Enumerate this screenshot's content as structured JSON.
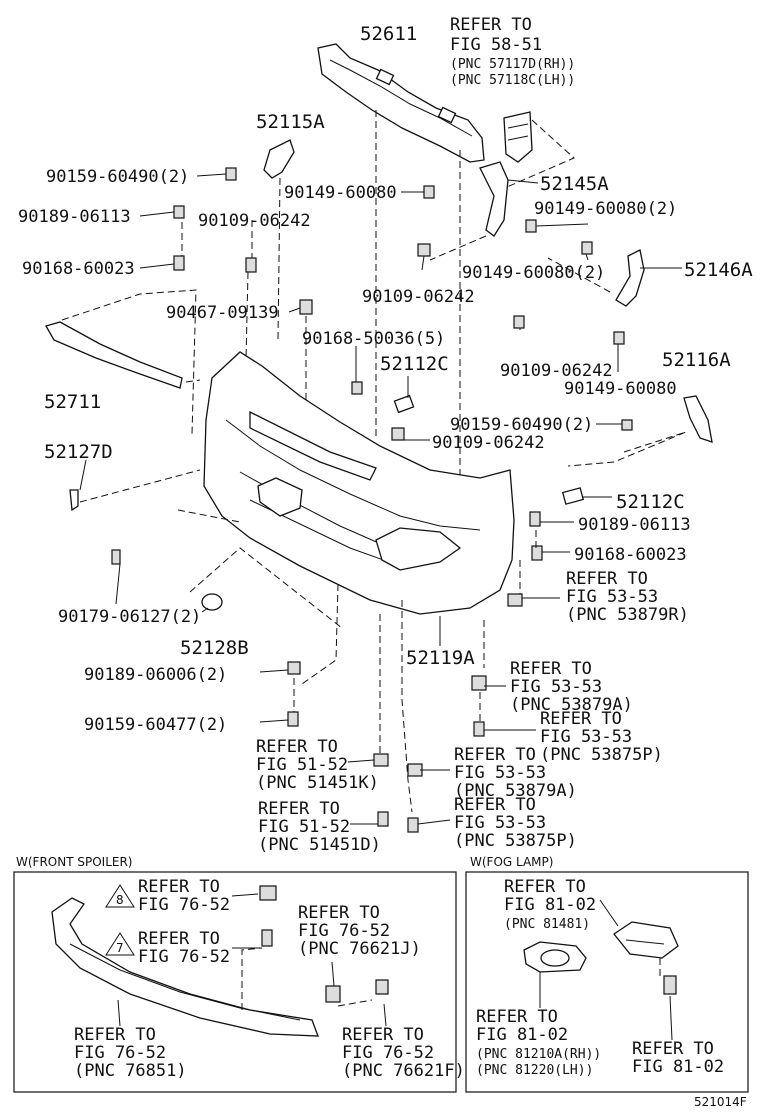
{
  "labels": {
    "p52611": "52611",
    "ref_top1": "REFER TO",
    "ref_top2": "FIG 58-51",
    "ref_top3": "(PNC 57117D(RH))",
    "ref_top4": "(PNC 57118C(LH))",
    "p52115A": "52115A",
    "p90159_60490_a": "90159-60490(2)",
    "p90149_60080_a": "90149-60080",
    "p52145A": "52145A",
    "p90189_06113_a": "90189-06113",
    "p90109_06242_a": "90109-06242",
    "p90149_60080_2a": "90149-60080(2)",
    "p90168_60023_a": "90168-60023",
    "p90109_06242_b": "90109-06242",
    "p90149_60080_2b": "90149-60080(2)",
    "p52146A": "52146A",
    "p90467_09139": "90467-09139",
    "p90168_50036": "90168-50036(5)",
    "p90109_06242_c": "90109-06242",
    "p52711": "52711",
    "p52112C_a": "52112C",
    "p90149_60080_b": "90149-60080",
    "p52116A": "52116A",
    "p90159_60490_b": "90159-60490(2)",
    "p90109_06242_d": "90109-06242",
    "p52127D": "52127D",
    "p52112C_b": "52112C",
    "p90189_06113_b": "90189-06113",
    "p90168_60023_b": "90168-60023",
    "ref_5353_a1": "REFER TO",
    "ref_5353_a2": "FIG 53-53",
    "ref_5353_a3": "(PNC 53879R)",
    "p90179_06127": "90179-06127(2)",
    "p52128B": "52128B",
    "p52119A": "52119A",
    "p90189_06006": "90189-06006(2)",
    "ref_5353_b1": "REFER TO",
    "ref_5353_b2": "FIG 53-53",
    "ref_5353_b3": "(PNC 53879A)",
    "ref_5353_c1": "REFER TO",
    "ref_5353_c2": "FIG 53-53",
    "ref_5353_c3": "(PNC 53875P)",
    "p90159_60477": "90159-60477(2)",
    "ref_5152_a1": "REFER TO",
    "ref_5152_a2": "FIG 51-52",
    "ref_5152_a3": "(PNC 51451K)",
    "ref_5353_d1": "REFER TO",
    "ref_5353_d2": "FIG 53-53",
    "ref_5353_d3": "(PNC 53879A)",
    "ref_5152_b1": "REFER TO",
    "ref_5152_b2": "FIG 51-52",
    "ref_5152_b3": "(PNC 51451D)",
    "ref_5353_e1": "REFER TO",
    "ref_5353_e2": "FIG 53-53",
    "ref_5353_e3": "(PNC 53875P)"
  },
  "front_spoiler": {
    "title": "W(FRONT SPOILER)",
    "warn8": "8",
    "warn7": "7",
    "r1a": "REFER TO",
    "r1b": "FIG 76-52",
    "r2a": "REFER TO",
    "r2b": "FIG 76-52",
    "r3a": "REFER TO",
    "r3b": "FIG 76-52",
    "r3c": "(PNC 76621J)",
    "r4a": "REFER TO",
    "r4b": "FIG 76-52",
    "r4c": "(PNC 76851)",
    "r5a": "REFER TO",
    "r5b": "FIG 76-52",
    "r5c": "(PNC 76621F)"
  },
  "fog_lamp": {
    "title": "W(FOG LAMP)",
    "r1a": "REFER TO",
    "r1b": "FIG 81-02",
    "r1c": "(PNC 81481)",
    "r2a": "REFER TO",
    "r2b": "FIG 81-02",
    "r2c": "(PNC 81210A(RH))",
    "r2d": "(PNC 81220(LH))",
    "r3a": "REFER TO",
    "r3b": "FIG 81-02"
  },
  "diagram_id": "521014F"
}
